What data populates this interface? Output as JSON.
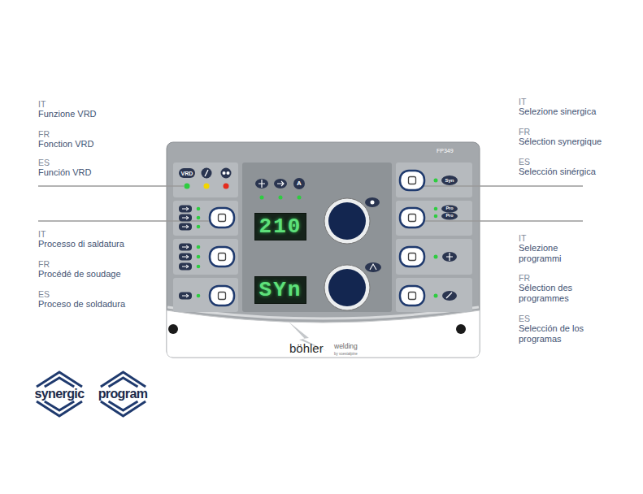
{
  "diagram": {
    "nodes": [
      {
        "text": [
          "FP349"
        ]
      },
      {
        "text": [
          "210"
        ],
        "in": 0
      },
      {
        "text": [
          "SYn"
        ],
        "in": 0
      },
      {
        "text": [
          "synergic"
        ]
      },
      {
        "text": [
          "program"
        ]
      }
    ],
    "labels": [
      "IT",
      "Funzione VRD",
      "FR",
      "Fonction VRD",
      "ES",
      "Función VRD",
      "IT",
      "Processo di saldatura",
      "FR",
      "Procédé de soudage",
      "ES",
      "Proceso de soldadura",
      "IT",
      "Selezione sinergica",
      "FR",
      "Sélection synergique",
      "ES",
      "Selección sinérgica",
      "IT",
      "Selezione programmi",
      "FR",
      "Sélection des programmes",
      "ES",
      "Selección de los programas",
      "VRD",
      "A",
      "Syn",
      "Pro",
      "Pro",
      "böhler",
      "welding",
      "by voestalpine"
    ]
  }
}
